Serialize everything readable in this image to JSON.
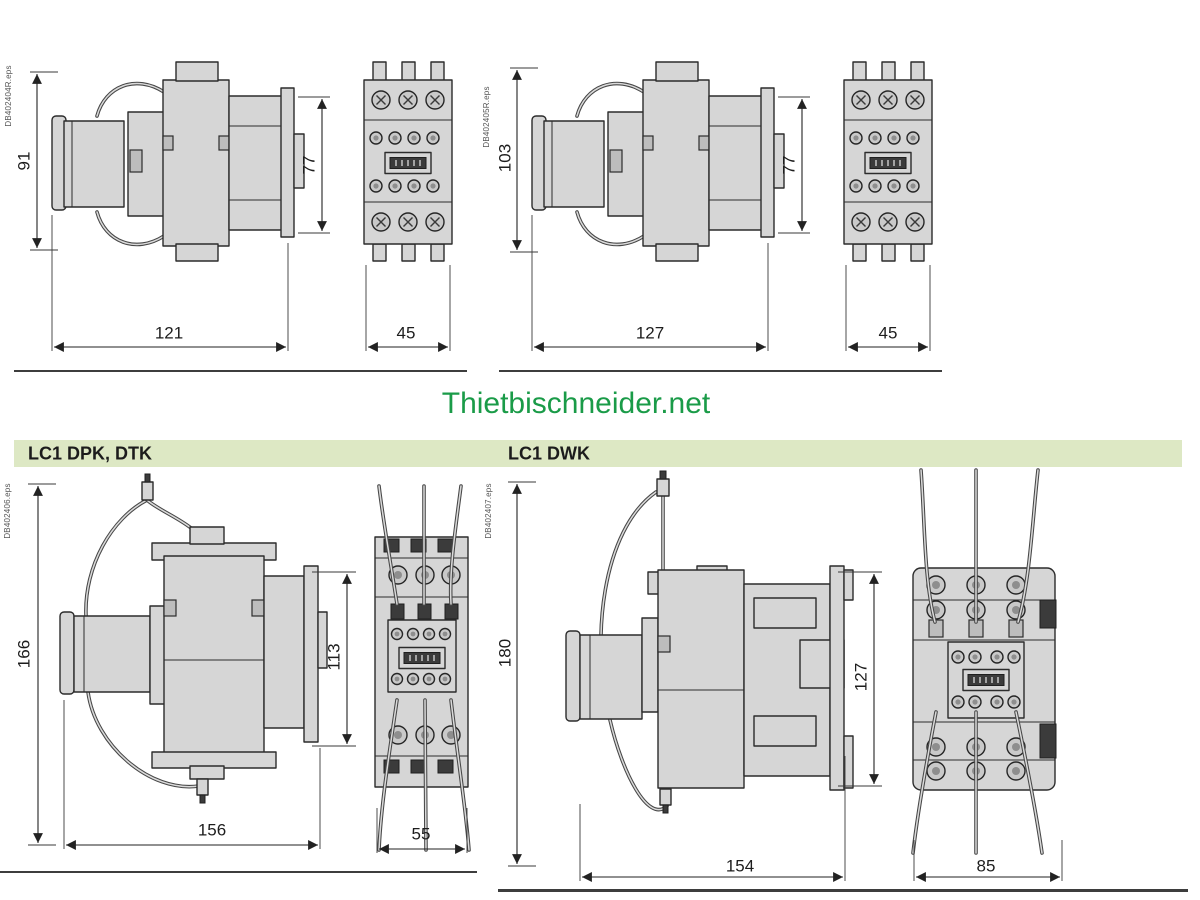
{
  "watermark": {
    "text": "Thietbischneider.net",
    "color": "#1a9b48"
  },
  "band": {
    "left_label": "LC1 DPK, DTK",
    "right_label": "LC1 DWK",
    "bg_color": "#dde8c4"
  },
  "groups": {
    "top_left": {
      "eps_label": "DB402404R.eps",
      "dim_height_total": "91",
      "dim_height_right": "77",
      "dim_width": "121",
      "dim_front_width": "45"
    },
    "top_right": {
      "eps_label": "DB402405R.eps",
      "dim_height_total": "103",
      "dim_height_right": "77",
      "dim_width": "127",
      "dim_front_width": "45"
    },
    "bottom_left": {
      "eps_label": "DB402406.eps",
      "dim_height_total": "166",
      "dim_height_right": "113",
      "dim_width": "156",
      "dim_front_width": "55"
    },
    "bottom_right": {
      "eps_label": "DB402407.eps",
      "dim_height_total": "180",
      "dim_height_right": "127",
      "dim_width": "154",
      "dim_front_width": "85"
    }
  }
}
